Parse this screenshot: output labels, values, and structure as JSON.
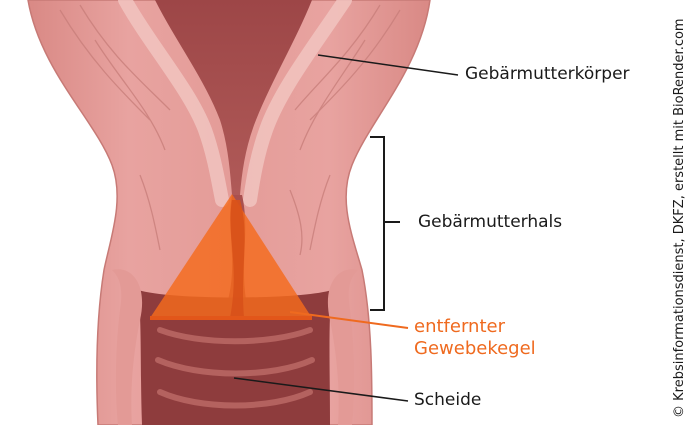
{
  "labels": {
    "uterus_body": "Gebärmutterkörper",
    "cervix": "Gebärmutterhals",
    "removed_cone_line1": "entfernter",
    "removed_cone_line2": "Gewebekegel",
    "vagina": "Scheide"
  },
  "copyright": "© Krebsinformationsdienst, DKFZ, erstellt mit BioRender.com",
  "colors": {
    "tissue_outer": "#e8a3a0",
    "tissue_mid": "#d98985",
    "tissue_highlight": "#f1c4c0",
    "cavity": "#a9504f",
    "cavity_dark": "#8e3c3d",
    "cone_orange": "#f46a1c",
    "label_orange": "#ef6a1f",
    "text": "#1a1a1a"
  }
}
